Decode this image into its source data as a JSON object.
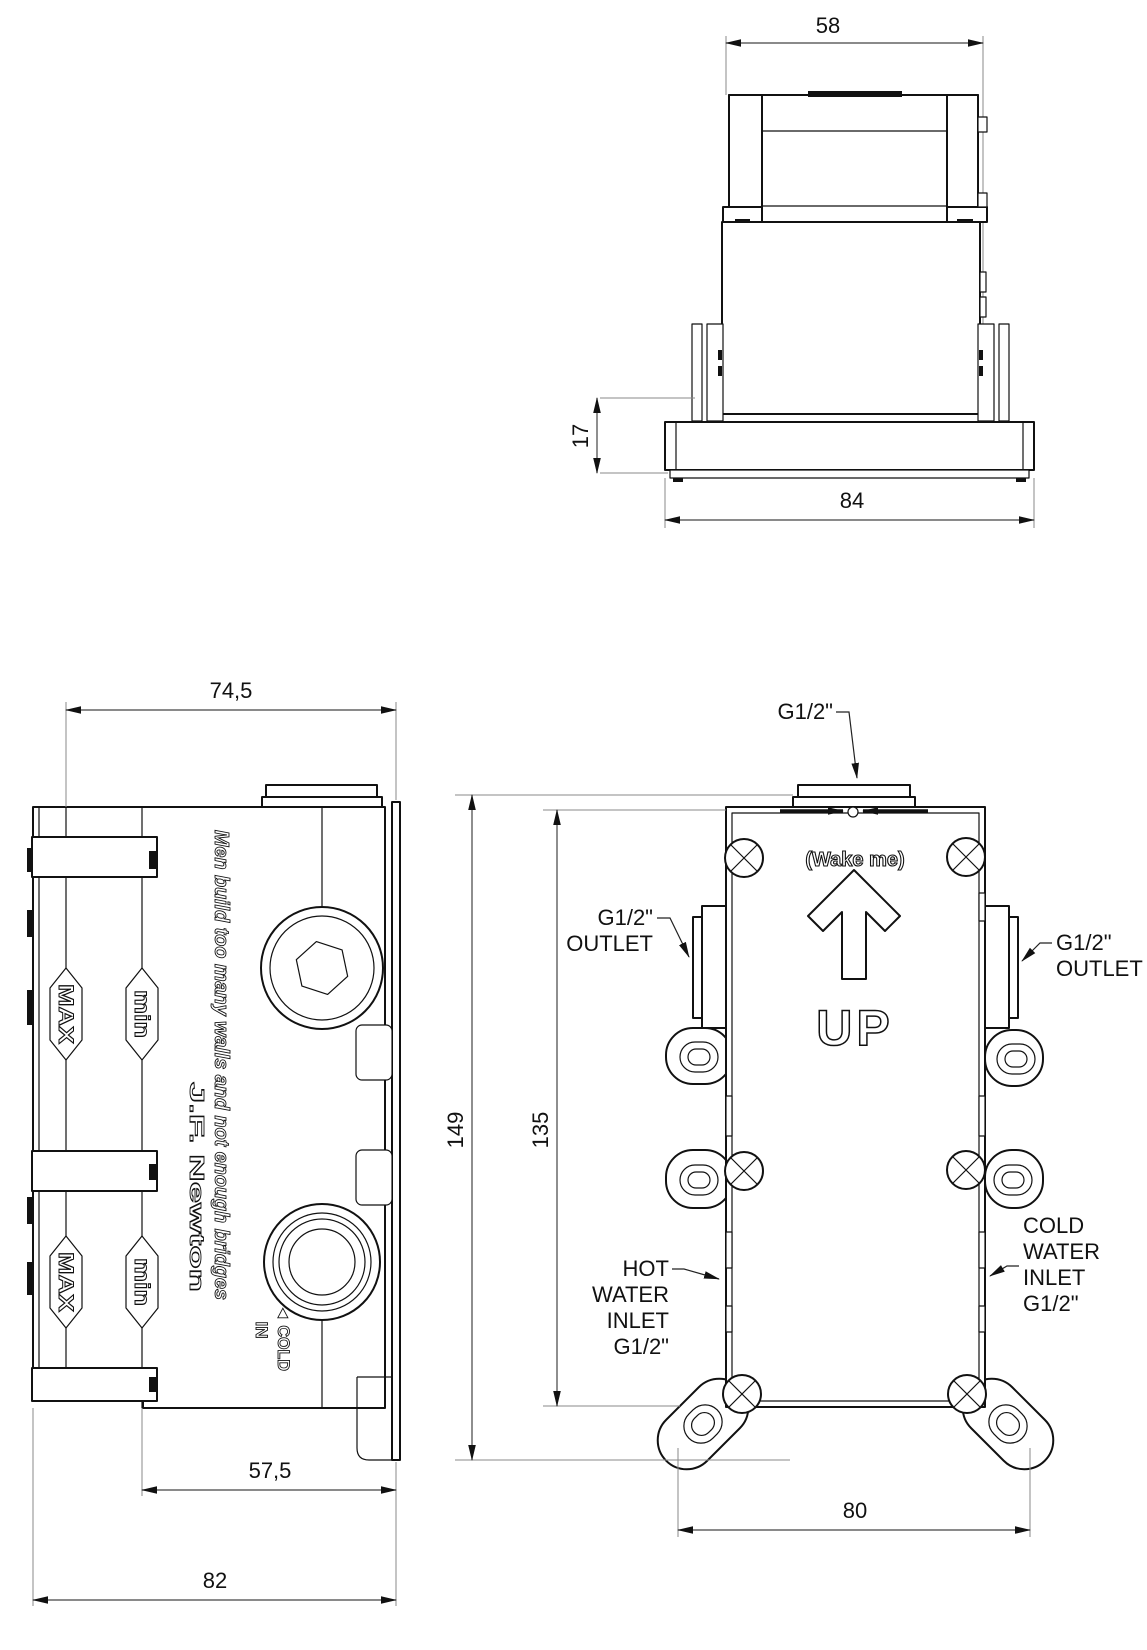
{
  "page": {
    "background": "#ffffff",
    "ink": "#111111",
    "dim_color": "#444444"
  },
  "views": {
    "top": {
      "dim_width_top": "58",
      "dim_flange_height": "17",
      "dim_flange_width": "84"
    },
    "side": {
      "dim_depth_to_max": "74,5",
      "dim_depth_to_min": "57,5",
      "dim_depth_overall": "82",
      "label_max_upper": "MAX",
      "label_min_upper": "min",
      "label_max_lower": "MAX",
      "label_min_lower": "min",
      "quote": "Men build too many walls and not enough bridges",
      "quote_author": "J.F. Newton",
      "cold_in_line1": "◄ COLD",
      "cold_in_line2": "IN"
    },
    "front": {
      "dim_total_height": "149",
      "dim_body_height": "135",
      "dim_screw_spacing": "80",
      "label_top_port": "G1/2\"",
      "left_outlet": {
        "line1": "G1/2\"",
        "line2": "OUTLET"
      },
      "right_outlet": {
        "line1": "G1/2\"",
        "line2": "OUTLET"
      },
      "hot_inlet": {
        "line1": "HOT",
        "line2": "WATER",
        "line3": "INLET",
        "line4": "G1/2\""
      },
      "cold_inlet": {
        "line1": "COLD",
        "line2": "WATER",
        "line3": "INLET",
        "line4": "G1/2\""
      },
      "orientation_note": "(Wake me)",
      "orientation_word": "UP"
    }
  }
}
